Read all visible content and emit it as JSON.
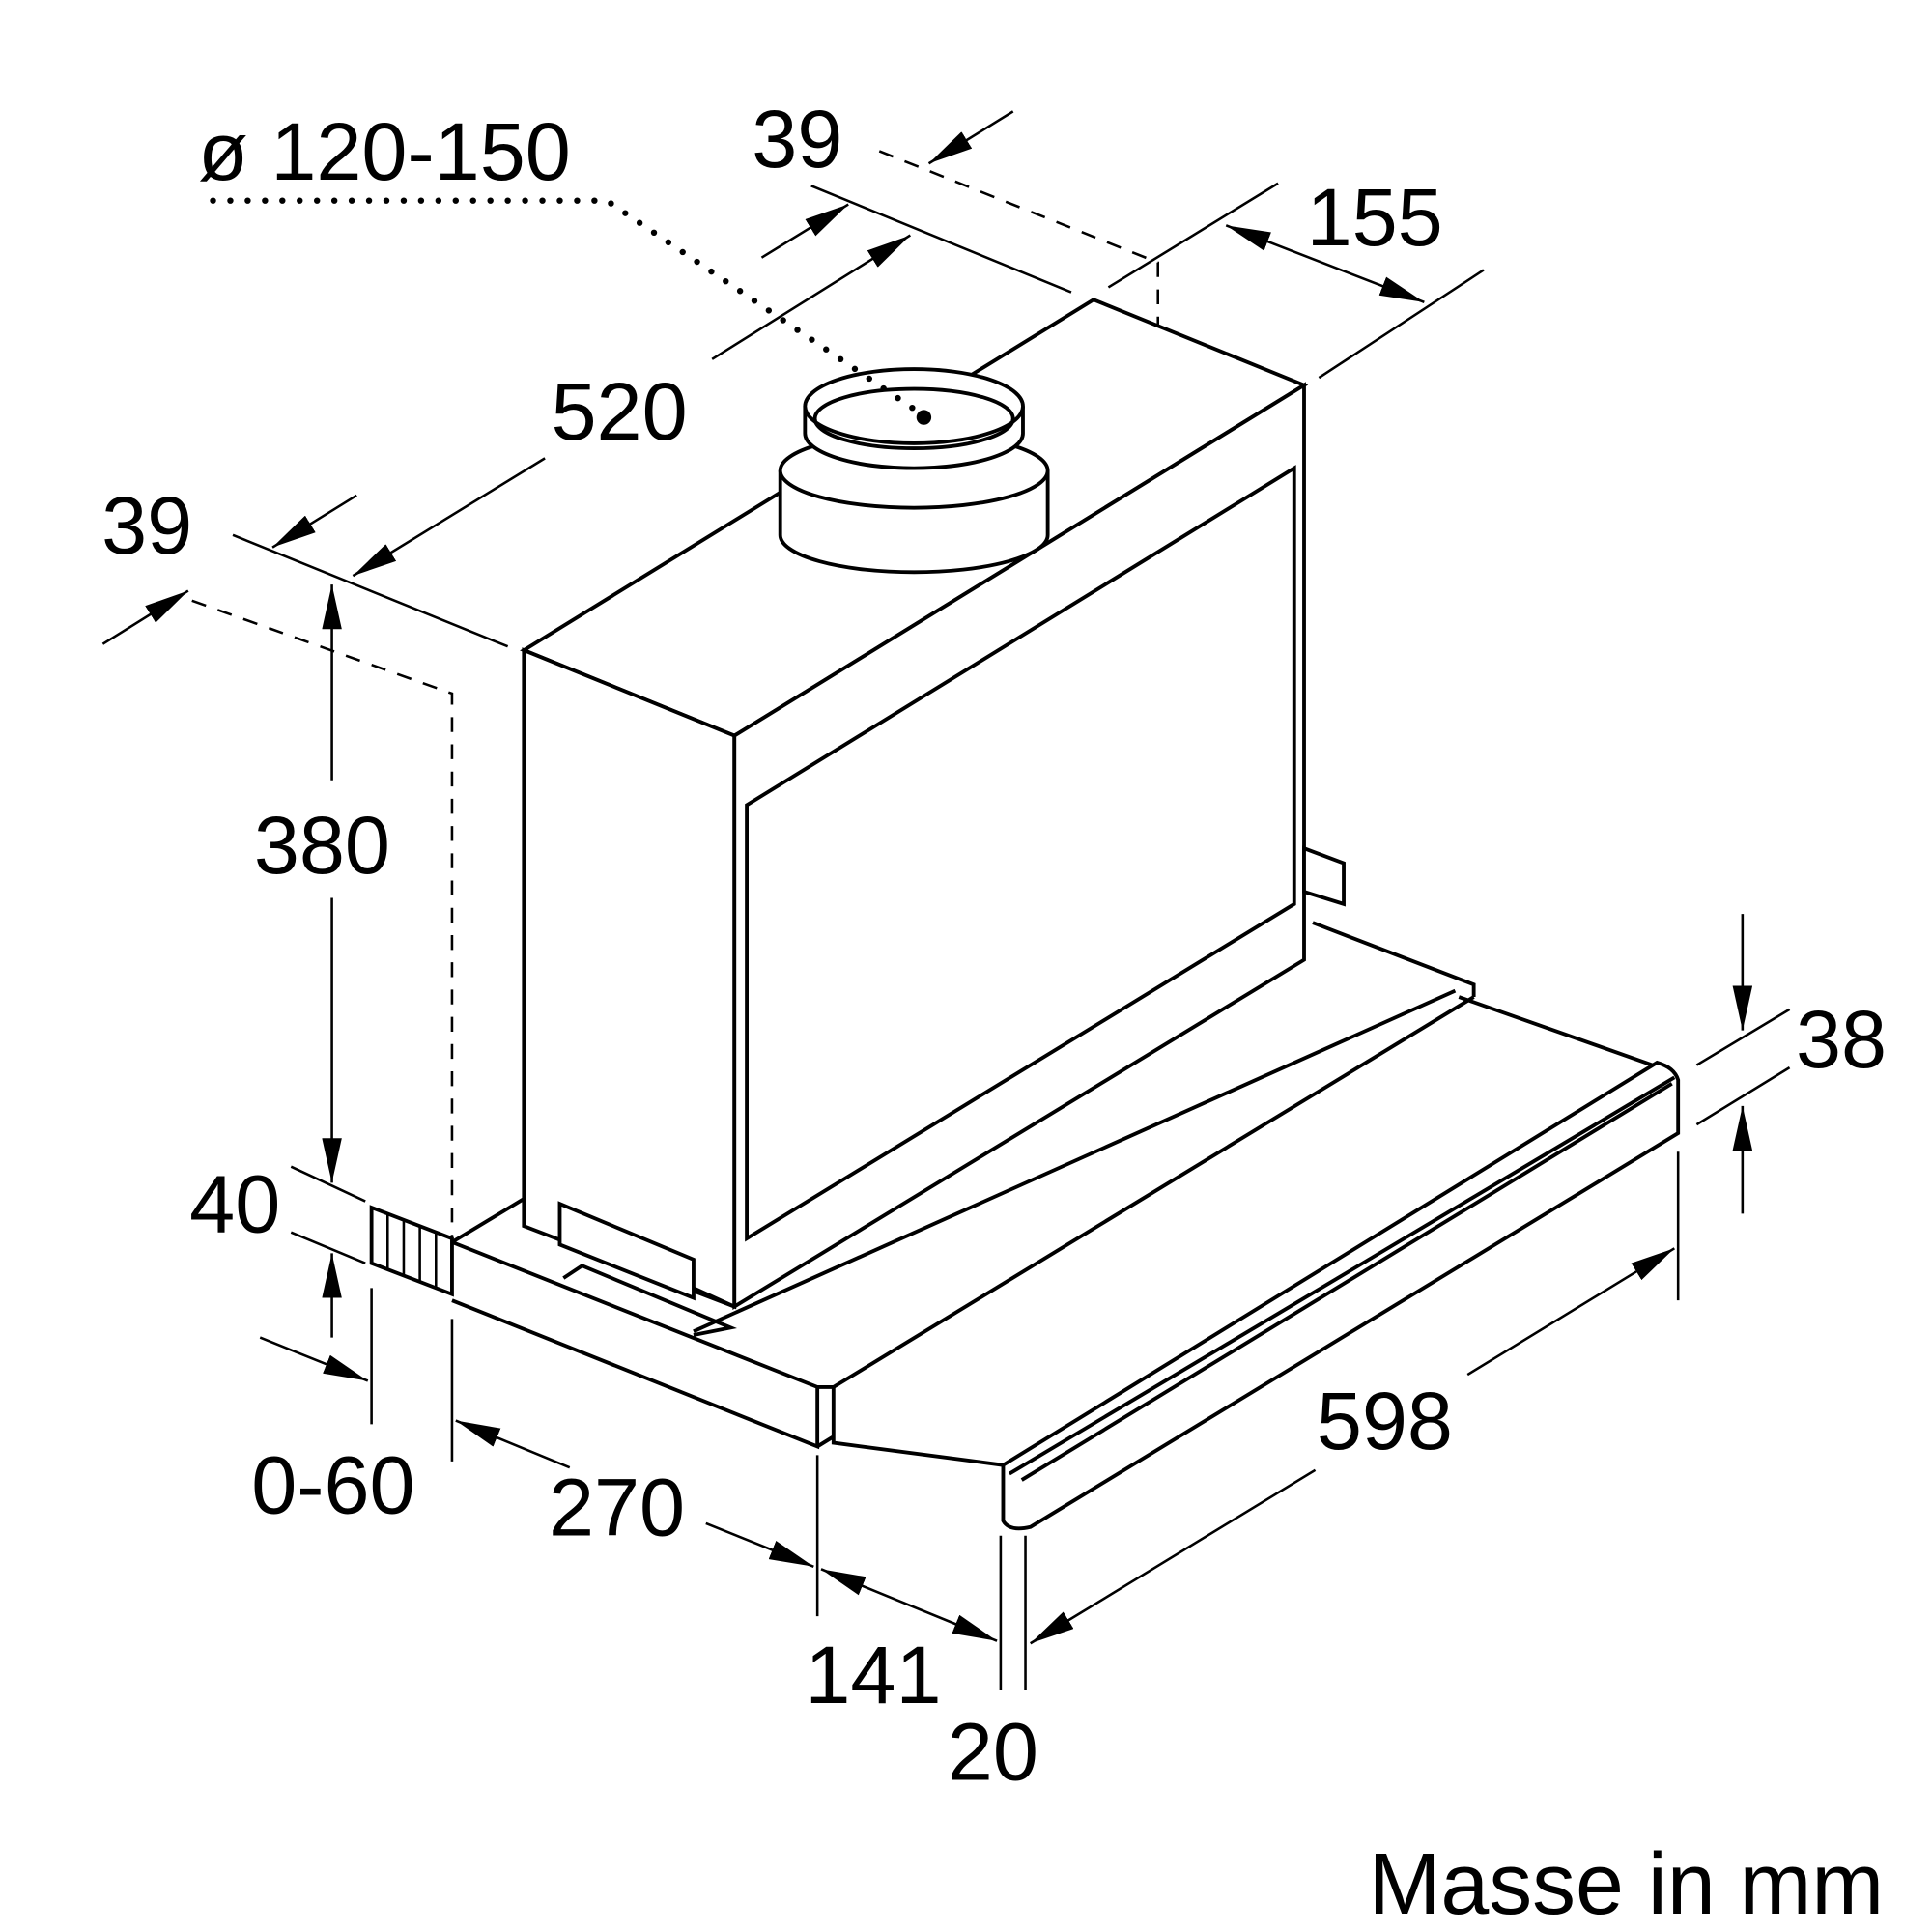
{
  "title": "Masse in mm",
  "dimensions": {
    "duct_diameter": "ø 120-150",
    "top_offset_back": "39",
    "right_depth": "155",
    "depth": "520",
    "left_offset": "39",
    "height": "380",
    "front_height": "40",
    "extension": "0-60",
    "panel_depth": "270",
    "slide_depth": "141",
    "handle_depth": "20",
    "width": "598",
    "handle_height": "38"
  }
}
